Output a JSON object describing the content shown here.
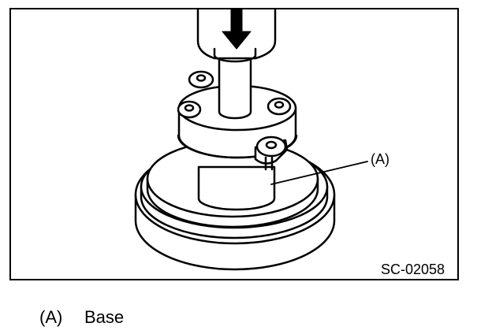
{
  "figure": {
    "callout_label": "(A)",
    "code": "SC-02058",
    "colors": {
      "ink": "#000000",
      "paper": "#ffffff"
    }
  },
  "caption": {
    "label": "(A)",
    "text": "Base"
  }
}
